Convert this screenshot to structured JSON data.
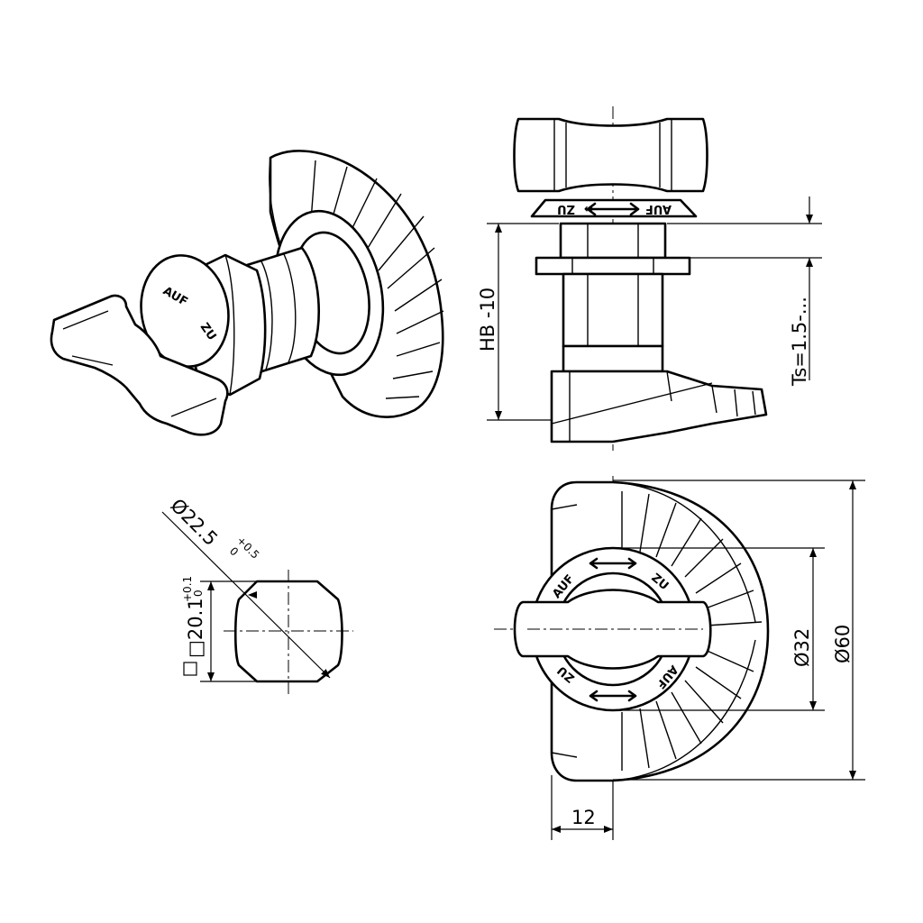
{
  "drawing": {
    "type": "technical drawing",
    "labels": {
      "zu": "ZU",
      "auf": "AUF"
    },
    "dimensions": {
      "hb": "HB -10",
      "ts": "Ts=1.5-...",
      "diameter_32": "Ø32",
      "diameter_60": "Ø60",
      "width_12": "12",
      "square_main": "□20.1",
      "square_tol_upper": "+0.1",
      "square_tol_lower": "0",
      "diag_main": "Ø22.5",
      "diag_tol_upper": "+0.5",
      "diag_tol_lower": "0"
    }
  }
}
